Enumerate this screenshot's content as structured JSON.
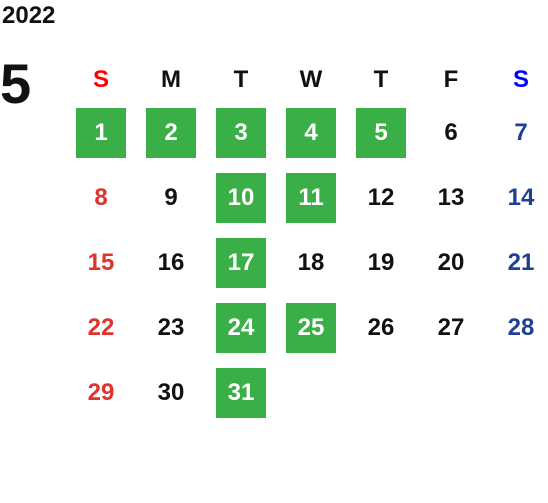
{
  "year": "2022",
  "month": "5",
  "colors": {
    "highlight": "#3aaf48",
    "sunday": "#e0332c",
    "saturday": "#1f3f97"
  },
  "weekdays": [
    "S",
    "M",
    "T",
    "W",
    "T",
    "F",
    "S"
  ],
  "weeks": [
    [
      {
        "day": "1",
        "highlighted": true
      },
      {
        "day": "2",
        "highlighted": true
      },
      {
        "day": "3",
        "highlighted": true
      },
      {
        "day": "4",
        "highlighted": true
      },
      {
        "day": "5",
        "highlighted": true
      },
      {
        "day": "6",
        "highlighted": false
      },
      {
        "day": "7",
        "highlighted": false
      }
    ],
    [
      {
        "day": "8",
        "highlighted": false
      },
      {
        "day": "9",
        "highlighted": false
      },
      {
        "day": "10",
        "highlighted": true
      },
      {
        "day": "11",
        "highlighted": true
      },
      {
        "day": "12",
        "highlighted": false
      },
      {
        "day": "13",
        "highlighted": false
      },
      {
        "day": "14",
        "highlighted": false
      }
    ],
    [
      {
        "day": "15",
        "highlighted": false
      },
      {
        "day": "16",
        "highlighted": false
      },
      {
        "day": "17",
        "highlighted": true
      },
      {
        "day": "18",
        "highlighted": false
      },
      {
        "day": "19",
        "highlighted": false
      },
      {
        "day": "20",
        "highlighted": false
      },
      {
        "day": "21",
        "highlighted": false
      }
    ],
    [
      {
        "day": "22",
        "highlighted": false
      },
      {
        "day": "23",
        "highlighted": false
      },
      {
        "day": "24",
        "highlighted": true
      },
      {
        "day": "25",
        "highlighted": true
      },
      {
        "day": "26",
        "highlighted": false
      },
      {
        "day": "27",
        "highlighted": false
      },
      {
        "day": "28",
        "highlighted": false
      }
    ],
    [
      {
        "day": "29",
        "highlighted": false
      },
      {
        "day": "30",
        "highlighted": false
      },
      {
        "day": "31",
        "highlighted": true
      },
      {
        "day": "",
        "highlighted": false
      },
      {
        "day": "",
        "highlighted": false
      },
      {
        "day": "",
        "highlighted": false
      },
      {
        "day": "",
        "highlighted": false
      }
    ]
  ]
}
